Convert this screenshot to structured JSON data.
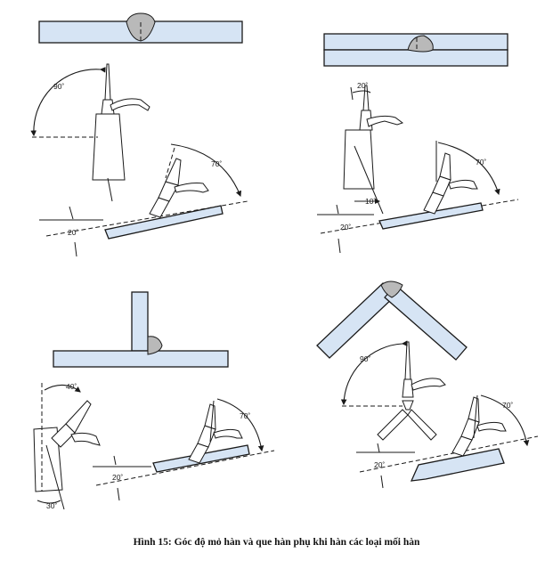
{
  "caption": "Hình 15: Góc độ mỏ hàn và que hàn phụ khi hàn các loại mối hàn",
  "panels": {
    "butt_joint": {
      "torch_angle": "90˚",
      "travel_angle": "70˚",
      "plate_angle": "20˚"
    },
    "lap_joint": {
      "rod_angle": "20˚",
      "torch_angle": "70˚",
      "offset": "10˚",
      "plate_angle": "20˚"
    },
    "tee_joint": {
      "torch_angle": "40˚",
      "rod_angle": "30˚",
      "travel_angle": "70˚",
      "plate_angle": "20˚"
    },
    "corner_joint": {
      "torch_angle": "90˚",
      "travel_angle": "70˚",
      "plate_angle": "20˚"
    }
  },
  "colors": {
    "plate_fill": "#d6e4f4",
    "bead_fill": "#b9b9b9"
  }
}
